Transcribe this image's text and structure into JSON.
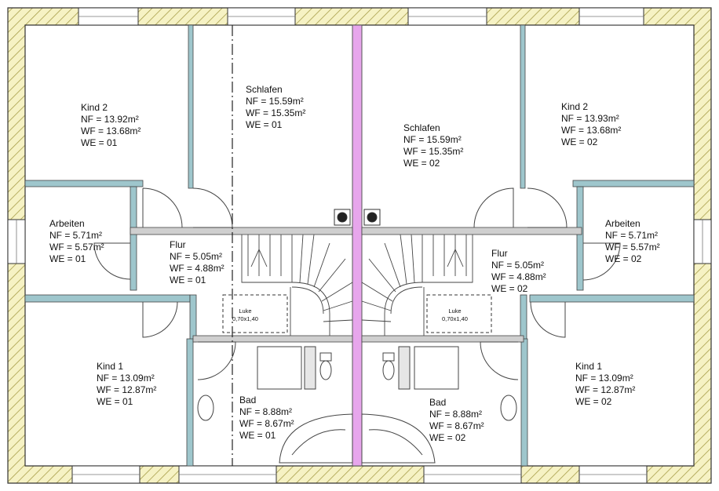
{
  "rooms": [
    {
      "name": "Kind 2",
      "nf": "NF = 13.92m²",
      "wf": "WF = 13.68m²",
      "we": "WE = 01"
    },
    {
      "name": "Schlafen",
      "nf": "NF = 15.59m²",
      "wf": "WF = 15.35m²",
      "we": "WE = 01"
    },
    {
      "name": "Schlafen",
      "nf": "NF = 15.59m²",
      "wf": "WF = 15.35m²",
      "we": "WE = 02"
    },
    {
      "name": "Kind 2",
      "nf": "NF = 13.93m²",
      "wf": "WF = 13.68m²",
      "we": "WE = 02"
    },
    {
      "name": "Arbeiten",
      "nf": "NF = 5.71m²",
      "wf": "WF = 5.57m²",
      "we": "WE = 01"
    },
    {
      "name": "Flur",
      "nf": "NF = 5.05m²",
      "wf": "WF = 4.88m²",
      "we": "WE = 01"
    },
    {
      "name": "Flur",
      "nf": "NF = 5.05m²",
      "wf": "WF = 4.88m²",
      "we": "WE = 02"
    },
    {
      "name": "Arbeiten",
      "nf": "NF = 5.71m²",
      "wf": "WF = 5.57m²",
      "we": "WE = 02"
    },
    {
      "name": "Kind 1",
      "nf": "NF = 13.09m²",
      "wf": "WF = 12.87m²",
      "we": "WE = 01"
    },
    {
      "name": "Bad",
      "nf": "NF = 8.88m²",
      "wf": "WF = 8.67m²",
      "we": "WE = 01"
    },
    {
      "name": "Bad",
      "nf": "NF = 8.88m²",
      "wf": "WF = 8.67m²",
      "we": "WE = 02"
    },
    {
      "name": "Kind 1",
      "nf": "NF = 13.09m²",
      "wf": "WF = 12.87m²",
      "we": "WE = 02"
    }
  ],
  "hatches": [
    {
      "name": "Luke",
      "size": "0,70x1,40"
    },
    {
      "name": "Luke",
      "size": "0,70x1,40"
    }
  ],
  "colors": {
    "wall_outline": "#333333",
    "hatch_fill": "#f6f2c4",
    "hatch_stroke": "#a89e4a",
    "interior_wall": "#9ec6cc",
    "party_wall": "#e7a6ec",
    "line": "#444444"
  }
}
